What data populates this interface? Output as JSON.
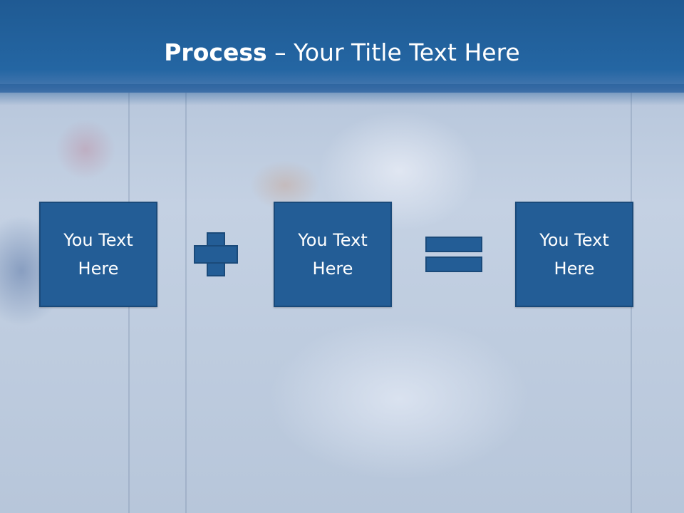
{
  "slide": {
    "title_bold": "Process",
    "title_separator": " – ",
    "title_rest": "Your Title Text Here"
  },
  "boxes": [
    {
      "label": "You Text\nHere"
    },
    {
      "label": "You Text\nHere"
    },
    {
      "label": "You Text\nHere"
    }
  ],
  "colors": {
    "header": "#2466a3",
    "box_fill": "#235d96",
    "box_border": "#1a4a7a",
    "text": "#ffffff"
  },
  "icons": {
    "operator_1": "plus-icon",
    "operator_2": "equals-icon"
  }
}
